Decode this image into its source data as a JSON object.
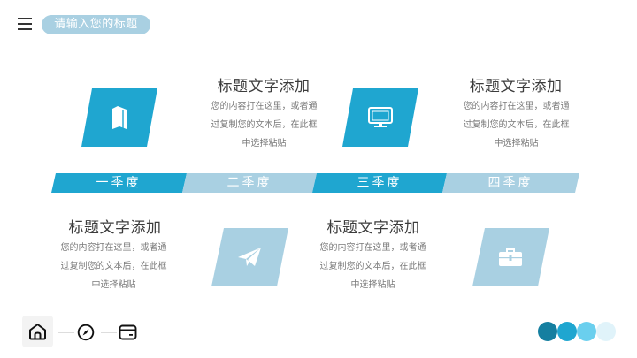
{
  "header": {
    "menu_icon": "hamburger-menu-icon",
    "title": "请输入您的标题"
  },
  "cards": [
    {
      "title": "标题文字添加",
      "lines": [
        "您的内容打在这里，或者通",
        "过复制您的文本后，在此框",
        "中选择粘贴"
      ],
      "icon": "book-icon",
      "tile_color": "#1fa6d0"
    },
    {
      "title": "标题文字添加",
      "lines": [
        "您的内容打在这里，或者通",
        "过复制您的文本后，在此框",
        "中选择粘贴"
      ],
      "icon": "paper-plane-icon",
      "tile_color": "#a9d0e2"
    },
    {
      "title": "标题文字添加",
      "lines": [
        "您的内容打在这里，或者通",
        "过复制您的文本后，在此框",
        "中选择粘贴"
      ],
      "icon": "monitor-icon",
      "tile_color": "#1fa6d0"
    },
    {
      "title": "标题文字添加",
      "lines": [
        "您的内容打在这里，或者通",
        "过复制您的文本后，在此框",
        "中选择粘贴"
      ],
      "icon": "briefcase-icon",
      "tile_color": "#a9d0e2"
    }
  ],
  "quarters": [
    {
      "label": "一季度",
      "color": "#1fa6d0"
    },
    {
      "label": "二季度",
      "color": "#a9d0e2"
    },
    {
      "label": "三季度",
      "color": "#1fa6d0"
    },
    {
      "label": "四季度",
      "color": "#a9d0e2"
    }
  ],
  "bottom_nav": {
    "items": [
      {
        "icon": "home-icon",
        "active": true
      },
      {
        "icon": "compass-icon",
        "active": false
      },
      {
        "icon": "card-icon",
        "active": false
      }
    ]
  },
  "palette": [
    "#157fa0",
    "#1fa6d0",
    "#6acfee",
    "#e0f3fa"
  ]
}
